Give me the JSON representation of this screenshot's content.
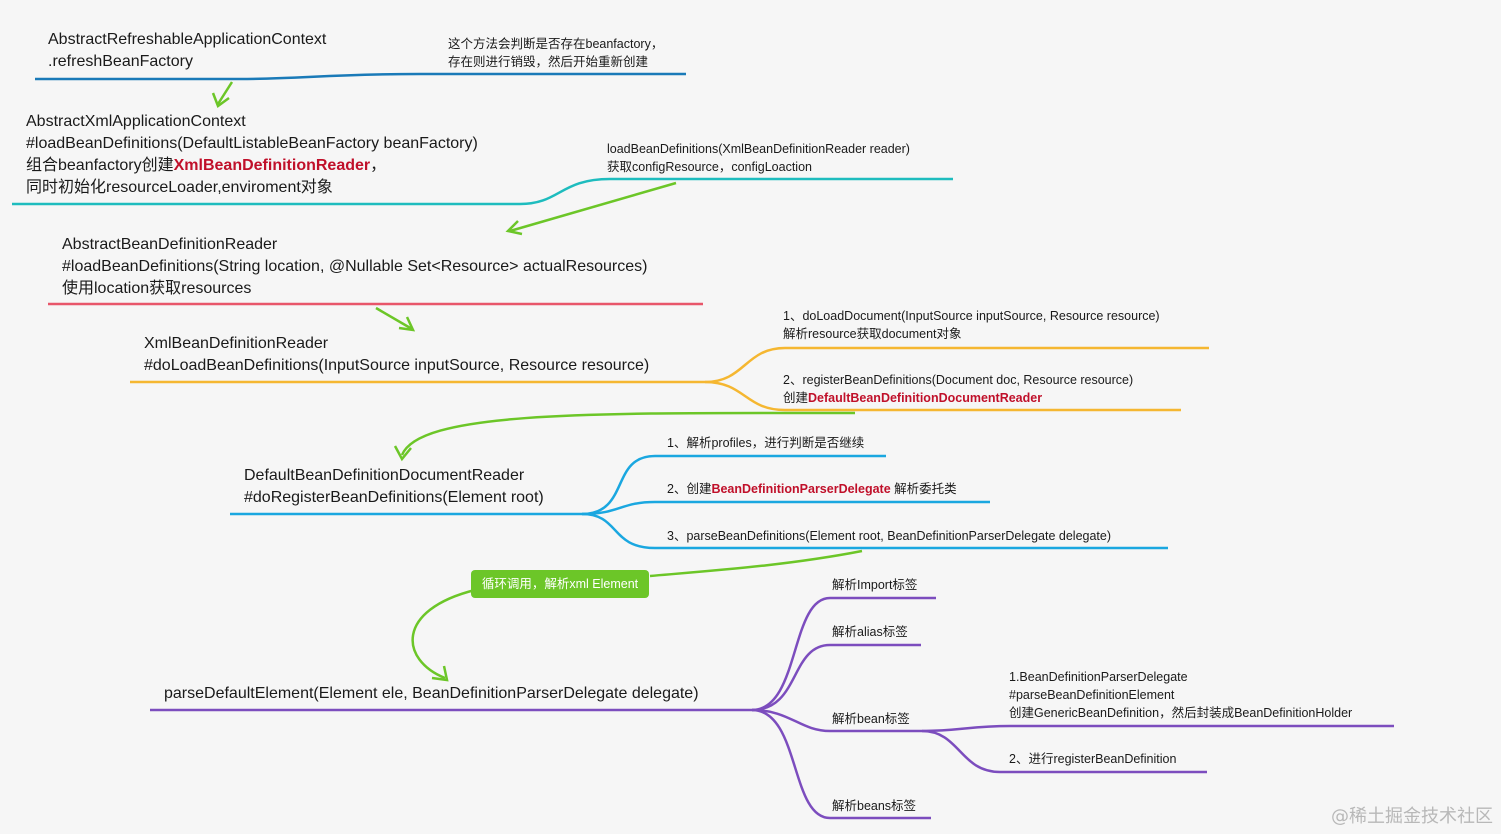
{
  "nodes": {
    "n1": {
      "line1": "AbstractRefreshableApplicationContext",
      "line2": ".refreshBeanFactory"
    },
    "n1_note": {
      "line1": "这个方法会判断是否存在beanfactory，",
      "line2": "存在则进行销毁，然后开始重新创建"
    },
    "n2": {
      "line1": "AbstractXmlApplicationContext",
      "line2": "#loadBeanDefinitions(DefaultListableBeanFactory beanFactory)",
      "line3_prefix": "组合beanfactory创建",
      "line3_highlight": "XmlBeanDefinitionReader",
      "line3_suffix": "，",
      "line4": "同时初始化resourceLoader,enviroment对象"
    },
    "n2_note": {
      "line1": "loadBeanDefinitions(XmlBeanDefinitionReader reader)",
      "line2": "获取configResource，configLoaction"
    },
    "n3": {
      "line1": "AbstractBeanDefinitionReader",
      "line2": "#loadBeanDefinitions(String location, @Nullable Set<Resource> actualResources)",
      "line3": "使用location获取resources"
    },
    "n4": {
      "line1": "XmlBeanDefinitionReader",
      "line2": "#doLoadBeanDefinitions(InputSource inputSource, Resource resource)"
    },
    "n4_b1": {
      "line1": "1、doLoadDocument(InputSource inputSource, Resource resource)",
      "line2": "解析resource获取document对象"
    },
    "n4_b2": {
      "line1": "2、registerBeanDefinitions(Document doc, Resource resource)",
      "line2_prefix": "创建",
      "line2_highlight": "DefaultBeanDefinitionDocumentReader"
    },
    "n5": {
      "line1": "DefaultBeanDefinitionDocumentReader",
      "line2": "#doRegisterBeanDefinitions(Element root)"
    },
    "n5_b1": "1、解析profiles，进行判断是否继续",
    "n5_b2": {
      "prefix": "2、创建",
      "highlight": "BeanDefinitionParserDelegate",
      "suffix": " 解析委托类"
    },
    "n5_b3": "3、parseBeanDefinitions(Element root, BeanDefinitionParserDelegate delegate)",
    "loop_badge": "循环调用，解析xml Element",
    "n6": "parseDefaultElement(Element ele, BeanDefinitionParserDelegate delegate)",
    "n6_b1": "解析Import标签",
    "n6_b2": "解析alias标签",
    "n6_b3": "解析bean标签",
    "n6_b4": "解析beans标签",
    "n6_b3_c1": {
      "line1": "1.BeanDefinitionParserDelegate",
      "line2": "#parseBeanDefinitionElement",
      "line3": "创建GenericBeanDefinition，然后封装成BeanDefinitionHolder"
    },
    "n6_b3_c2": "2、进行registerBeanDefinition"
  },
  "colors": {
    "blue": "#1a7ab8",
    "teal": "#1ebcbe",
    "red": "#e8566a",
    "orange": "#f5b731",
    "cyan": "#1aa7e0",
    "green": "#6cc628",
    "purple": "#7c4dbe",
    "highlight": "#c0102a"
  },
  "watermark": "@稀土掘金技术社区"
}
